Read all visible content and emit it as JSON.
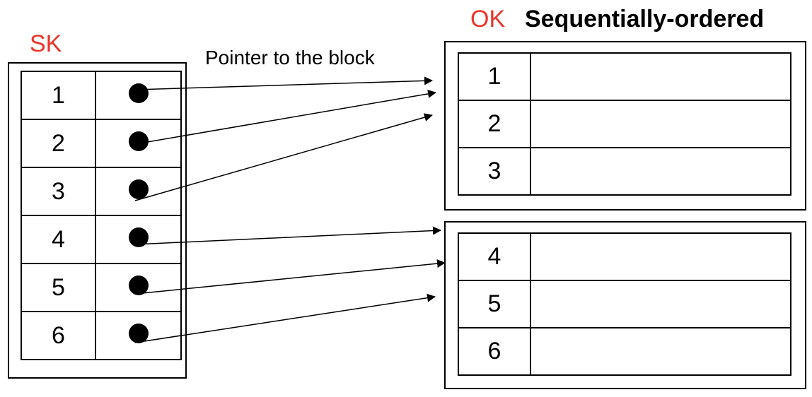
{
  "labels": {
    "secondary_key": "SK",
    "ordering_key": "OK",
    "title": "Sequentially-ordered",
    "pointer": "Pointer to the block"
  },
  "colors": {
    "key_label": "#e8352a",
    "ink": "#000000"
  },
  "index_entries": [
    "1",
    "2",
    "3",
    "4",
    "5",
    "6"
  ],
  "blocks": [
    {
      "records": [
        "1",
        "2",
        "3"
      ]
    },
    {
      "records": [
        "4",
        "5",
        "6"
      ]
    }
  ],
  "pointers": [
    {
      "from_entry": "1",
      "to_block": 1
    },
    {
      "from_entry": "2",
      "to_block": 1
    },
    {
      "from_entry": "3",
      "to_block": 1
    },
    {
      "from_entry": "4",
      "to_block": 2
    },
    {
      "from_entry": "5",
      "to_block": 2
    },
    {
      "from_entry": "6",
      "to_block": 2
    }
  ]
}
